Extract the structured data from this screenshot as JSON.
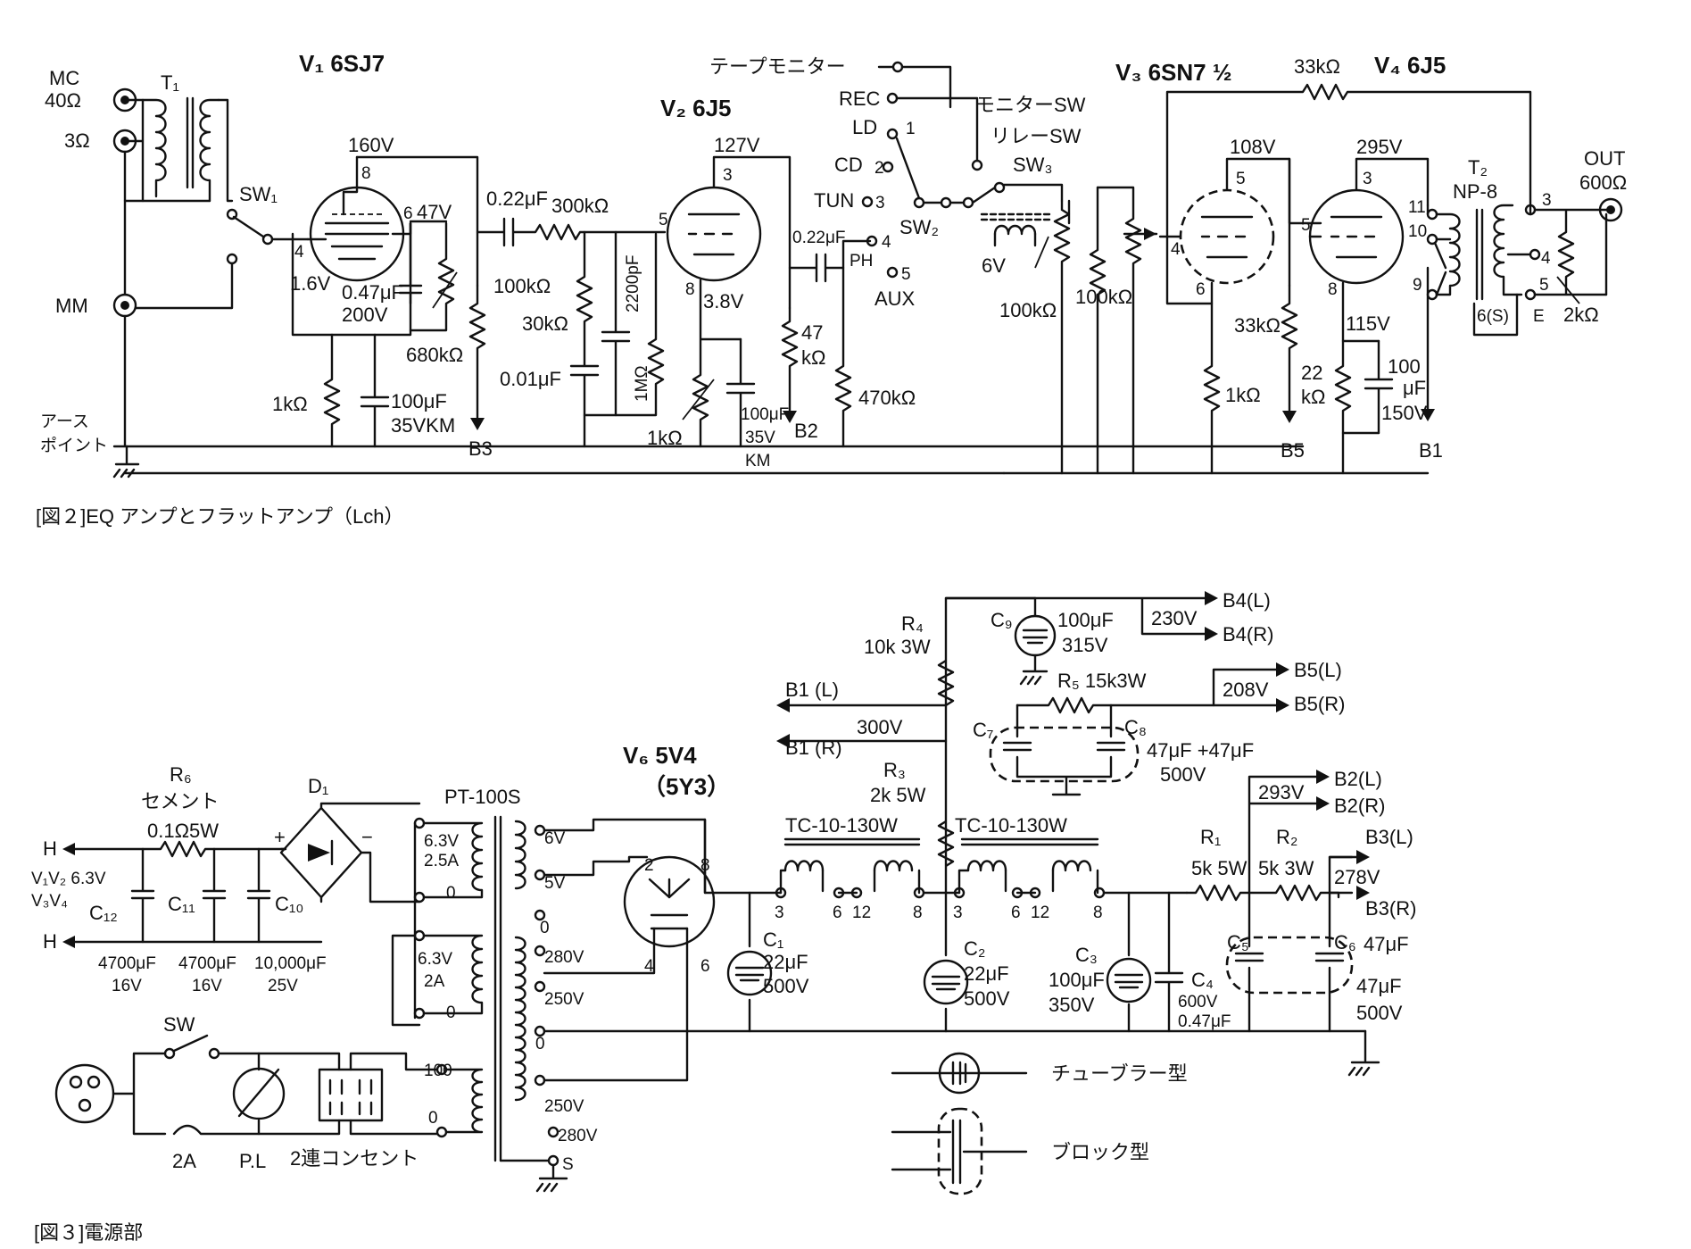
{
  "fig2": {
    "caption": "[図２]EQ アンプとフラットアンプ（Lch）",
    "inputs": {
      "mc": "MC",
      "mc_imp1": "40Ω",
      "mc_imp2": "3Ω",
      "mm": "MM",
      "earth1": "アース",
      "earth2": "ポイント"
    },
    "t1": "T₁",
    "sw1": "SW₁",
    "v1": {
      "name": "V₁ 6SJ7",
      "plate_v": "160V",
      "cathode_v": "1.6V",
      "screen_v": "47V",
      "pin8": "8",
      "pin6": "6",
      "pin4": "4",
      "c_screen": "0.47μF",
      "c_screen_v": "200V",
      "r_plate": "680kΩ",
      "r_k": "1kΩ",
      "c_k": "100μF",
      "c_k_v": "35VKM",
      "b": "B3"
    },
    "coupling1": {
      "cap": "0.22μF",
      "res": "300kΩ",
      "r_load": "100kΩ",
      "r_shunt": "30kΩ",
      "c_shunt1": "0.01μF",
      "c_shunt2": "2200pF",
      "r_grid": "1MΩ"
    },
    "v2": {
      "name": "V₂ 6J5",
      "plate_v": "127V",
      "cathode_v": "3.8V",
      "pin3": "3",
      "pin5": "5",
      "pin8": "8",
      "r_k": "1kΩ",
      "c_k": "100μF",
      "c_k_v": "35V",
      "c_k_t": "KM",
      "r_load1": "47",
      "r_load2": "kΩ",
      "b": "B2"
    },
    "coupling2": {
      "cap": "0.22μF",
      "ph": "PH",
      "r_out": "470kΩ"
    },
    "selector": {
      "tape": "テープモニター",
      "rec": "REC",
      "ld": "LD",
      "cd": "CD",
      "tun": "TUN",
      "aux": "AUX",
      "n1": "1",
      "n2": "2",
      "n3": "3",
      "n4": "4",
      "n5": "5",
      "sw2": "SW₂",
      "sw3": "SW₃",
      "monitor_sw": "モニターSW",
      "relay_sw": "リレーSW",
      "relay_v": "6V",
      "vol1": "100kΩ",
      "vol2": "100kΩ"
    },
    "v3": {
      "name": "V₃ 6SN7 ½",
      "plate_v": "108V",
      "pin5": "5",
      "pin4": "4",
      "pin6": "6",
      "r_k": "1kΩ",
      "r_load": "33kΩ",
      "b": "B5",
      "r_fb": "33kΩ"
    },
    "v4": {
      "name": "V₄ 6J5",
      "plate_v": "295V",
      "pin3": "3",
      "pin5": "5",
      "pin8": "8",
      "cathode_v": "115V",
      "r_k1": "22",
      "r_k2": "kΩ",
      "c_k": "100",
      "c_k_u": "μF",
      "c_k_v": "150V",
      "b": "B1"
    },
    "t2": {
      "name": "T₂",
      "model": "NP-8",
      "p11": "11",
      "p10": "10",
      "p9": "9",
      "p3": "3",
      "p4": "4",
      "p5": "5",
      "p6s": "6(S)",
      "pe": "E",
      "r_load": "2kΩ"
    },
    "out": {
      "label": "OUT",
      "imp": "600Ω"
    }
  },
  "fig3": {
    "caption": "[図３]電源部",
    "heater": {
      "h": "H",
      "vv1": "V₁V₂ 6.3V",
      "vv2": "V₃V₄",
      "r6": "R₆",
      "r6_type": "セメント",
      "r6_val": "0.1Ω5W",
      "d1": "D₁",
      "c12": "C₁₂",
      "c11": "C₁₁",
      "c10": "C₁₀",
      "c12_v": "4700μF",
      "c12_r": "16V",
      "c11_v": "4700μF",
      "c11_r": "16V",
      "c10_v": "10,000μF",
      "c10_r": "25V"
    },
    "pt": {
      "name": "PT-100S",
      "a": "6.3V",
      "a2": "2.5A",
      "a0": "0",
      "b": "6.3V",
      "b2": "2A",
      "b0": "0",
      "s6": "6V",
      "s5": "5V",
      "s0": "0",
      "s280": "280V",
      "s250": "250V",
      "sz": "0",
      "s250b": "250V",
      "s280b": "280V",
      "ss": "S",
      "p100": "100",
      "p0": "0"
    },
    "mains": {
      "sw": "SW",
      "fuse": "2A",
      "pl": "P.L",
      "outlet": "2連コンセント"
    },
    "v6": {
      "name": "V₆ 5V4",
      "alt": "（5Y3）",
      "p2": "2",
      "p8": "8",
      "p4": "4",
      "p6": "6"
    },
    "choke": {
      "name1": "TC-10-130W",
      "name2": "TC-10-130W",
      "t3": "3",
      "t6": "6",
      "t12": "12",
      "t8": "8"
    },
    "caps": {
      "c1": "C₁",
      "c1v": "22μF",
      "c1r": "500V",
      "c2": "C₂",
      "c2v": "22μF",
      "c2r": "500V",
      "c3": "C₃",
      "c3v": "100μF",
      "c3r": "350V",
      "c4": "C₄",
      "c4r": "600V",
      "c4v": "0.47μF",
      "c5": "C₅",
      "c6": "C₆",
      "c6v": "47μF",
      "c6v2": "47μF",
      "c6r": "500V",
      "c7": "C₇",
      "c8": "C₈",
      "c78v": "47μF +47μF",
      "c78r": "500V",
      "c9": "C₉",
      "c9v": "100μF",
      "c9r": "315V"
    },
    "res": {
      "r1": "R₁",
      "r1v": "5k 5W",
      "r2": "R₂",
      "r2v": "5k 3W",
      "r3": "R₃",
      "r3v": "2k 5W",
      "r4": "R₄",
      "r4v": "10k 3W",
      "r5": "R₅ 15k3W"
    },
    "rails": {
      "b4l": "B4(L)",
      "b4r": "B4(R)",
      "v230": "230V",
      "b5l": "B5(L)",
      "b5r": "B5(R)",
      "v208": "208V",
      "b1l": "B1 (L)",
      "b1r": "B1 (R)",
      "v300": "300V",
      "b2l": "B2(L)",
      "b2r": "B2(R)",
      "v293": "293V",
      "b3l": "B3(L)",
      "b3r": "B3(R)",
      "v278": "278V"
    },
    "legend": {
      "tubular": "チューブラー型",
      "block": "ブロック型"
    }
  }
}
